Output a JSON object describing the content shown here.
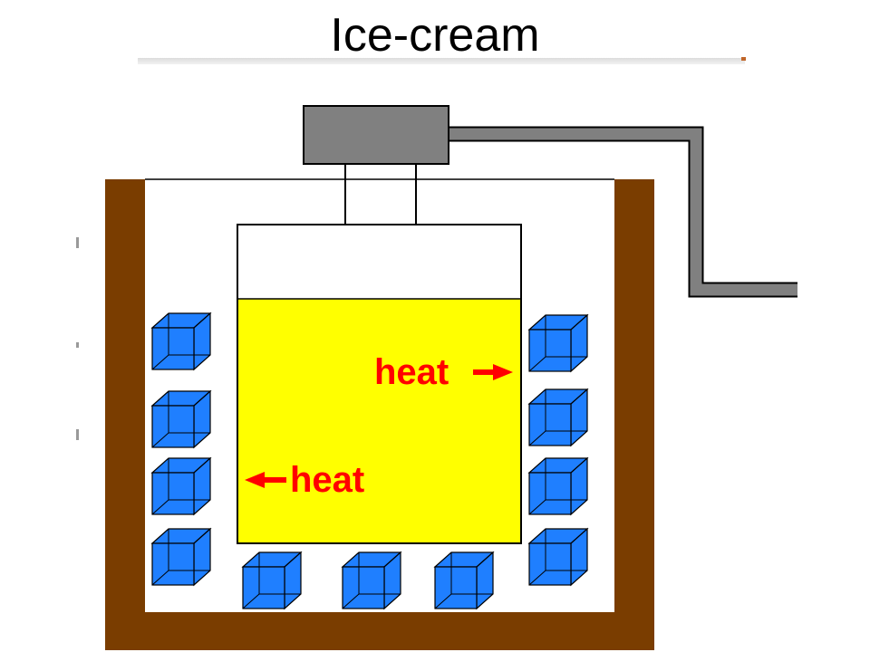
{
  "title": "Ice-cream",
  "labels": {
    "heat_out_right": "heat",
    "heat_in_left": "heat"
  },
  "colors": {
    "tub_wall": "#7a3d00",
    "mixture": "#ffff00",
    "motor": "#808080",
    "ice": "#1f7fff",
    "heat_text": "#ff0000"
  },
  "ice_cube_count": 11
}
